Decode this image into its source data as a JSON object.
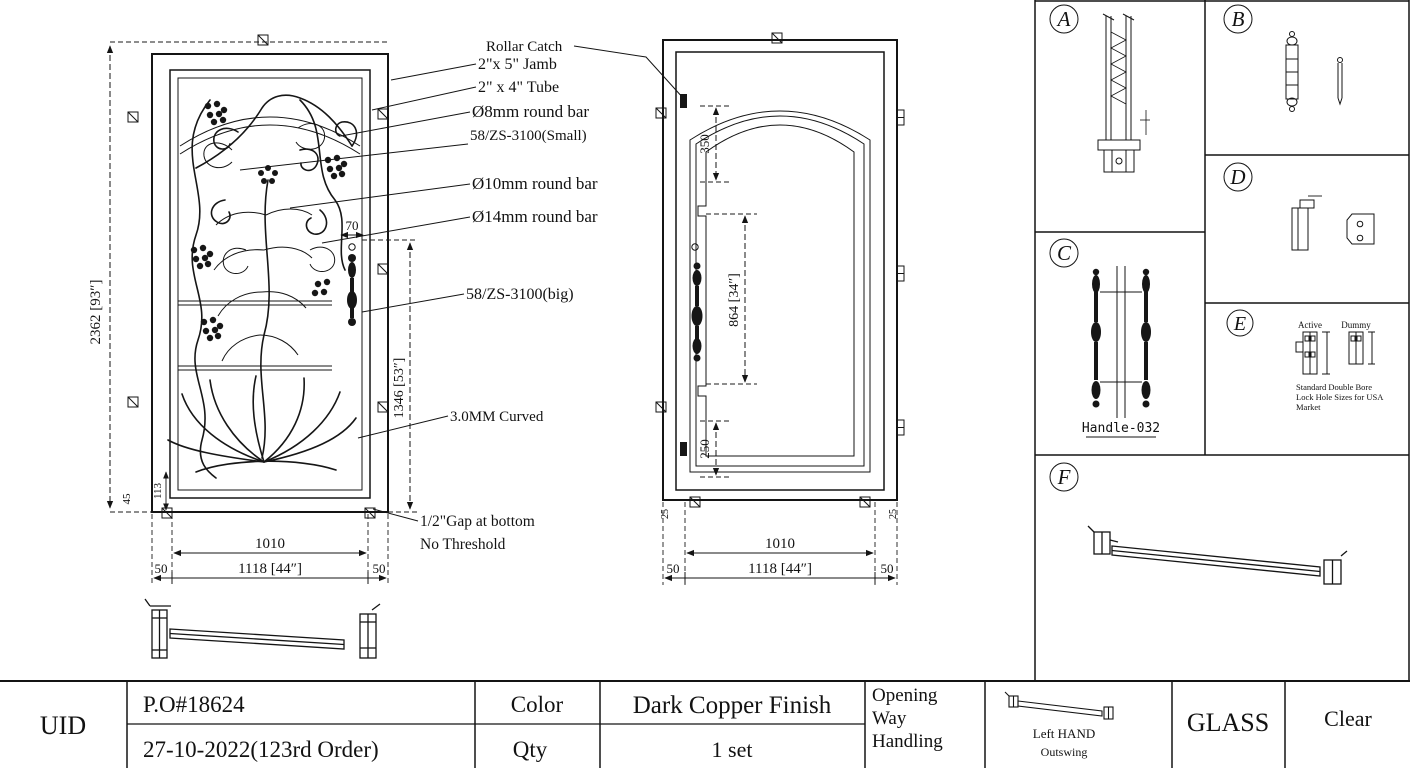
{
  "drawing": {
    "callouts": {
      "rollar_catch": "Rollar Catch",
      "jamb": "2\"x 5\" Jamb",
      "tube": "2\" x 4\" Tube",
      "bar8": "Ø8mm round bar",
      "zs_small": "58/ZS-3100(Small)",
      "bar10": "Ø10mm round bar",
      "bar14": "Ø14mm round bar",
      "zs_big": "58/ZS-3100(big)",
      "curved": "3.0MM Curved",
      "gap_bottom": "1/2\"Gap at bottom",
      "no_threshold": "No Threshold"
    },
    "front_view": {
      "overall_height": "2362 [93″]",
      "handle_dim": "70",
      "panel_height": "1346 [53″]",
      "clear_width": "1010",
      "gap_left": "50",
      "overall_width": "1118 [44″]",
      "gap_right": "50",
      "bottom_rail": "113",
      "frame_depth": "45"
    },
    "back_view": {
      "top_panel": "350",
      "glass_height": "864 [34″]",
      "bottom_panel": "250",
      "clear_width": "1010",
      "gap_left": "50",
      "overall_width": "1118 [44″]",
      "gap_right": "50",
      "corner_left": "25",
      "corner_right": "25"
    }
  },
  "details": {
    "a": "A",
    "b": "B",
    "c": "C",
    "d": "D",
    "e": "E",
    "f": "F",
    "handle_model": "Handle-032",
    "active": "Active",
    "dummy": "Dummy",
    "note_line1": "Standard Double Bore",
    "note_line2": "Lock Hole Sizes for USA",
    "note_line3": "Market"
  },
  "title_block": {
    "uid": "UID",
    "po": "P.O#18624",
    "date": "27-10-2022(123rd Order)",
    "color_label": "Color",
    "color_value": "Dark Copper Finish",
    "qty_label": "Qty",
    "qty_value": "1 set",
    "opening1": "Opening",
    "opening2": "Way",
    "opening3": "Handling",
    "hand1": "Left HAND",
    "hand2": "Outswing",
    "glass_label": "GLASS",
    "glass_value": "Clear"
  }
}
